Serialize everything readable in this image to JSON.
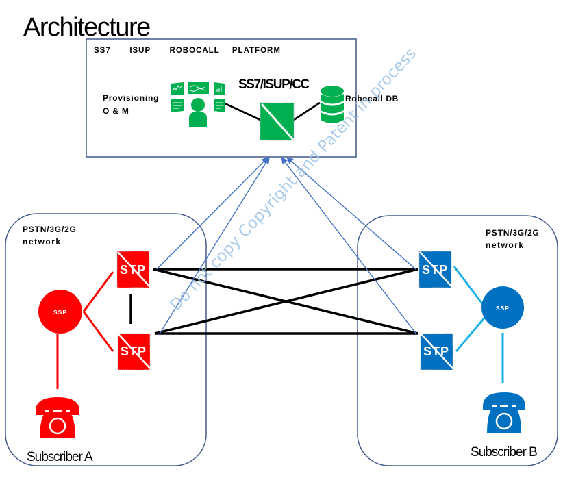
{
  "title": "Architecture",
  "platform": {
    "label": "SS7   ISUP   ROBOCALL  PLATFORM",
    "provisioning_line1": "Provisioning",
    "provisioning_line2": "O & M",
    "core_label": "SS7/ISUP/CC",
    "db_label": "Robocall DB"
  },
  "network_a": {
    "label_line1": "PSTN/3G/2G",
    "label_line2": "network",
    "stp_upper": "STP",
    "stp_lower": "STP",
    "ssp": "SSP",
    "subscriber": "Subscriber A"
  },
  "network_b": {
    "label_line1": "PSTN/3G/2G",
    "label_line2": "network",
    "stp_upper": "STP",
    "stp_lower": "STP",
    "ssp": "SSP",
    "subscriber": "Subscriber B"
  },
  "watermark": "Do not copy Copyright and Patent in process",
  "colors": {
    "network_a": "#ff0000",
    "network_b": "#0070c0",
    "network_b_link": "#19b0ea",
    "platform": "#00b050",
    "signaling_link": "#4472c4",
    "box_border": "#41598b",
    "trunk": "#000000"
  },
  "icons": {
    "provisioning": "operator-dashboard-icon",
    "core": "signaling-node-icon",
    "db": "database-icon",
    "phone": "telephone-icon"
  }
}
